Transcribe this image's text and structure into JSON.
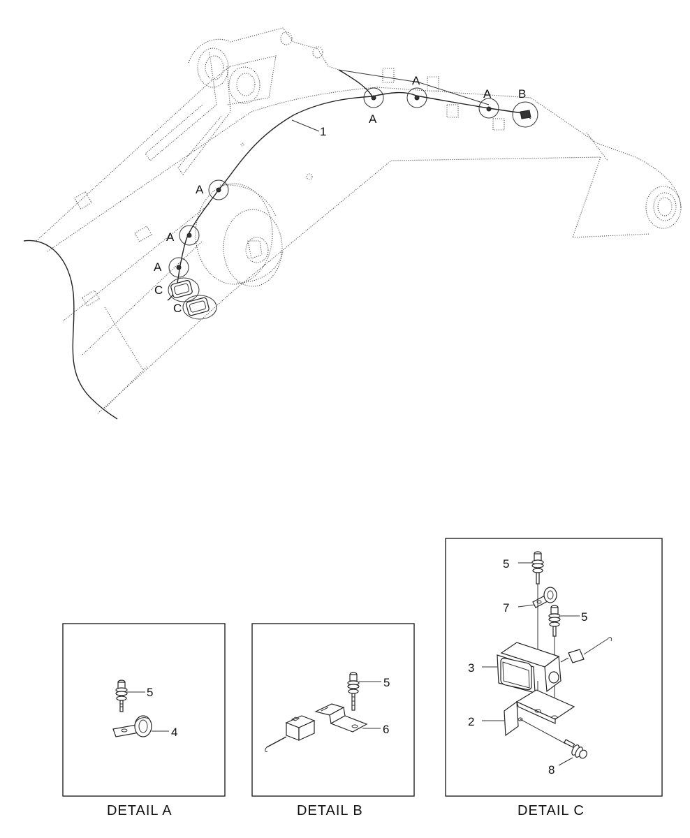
{
  "callouts": {
    "main_1": "1",
    "a1": "A",
    "a2": "A",
    "a3": "A",
    "a4": "A",
    "a5": "A",
    "a6": "A",
    "b1": "B",
    "c1": "C",
    "c2": "C",
    "da_5": "5",
    "da_4": "4",
    "db_5": "5",
    "db_6": "6",
    "dc_5a": "5",
    "dc_7": "7",
    "dc_5b": "5",
    "dc_3": "3",
    "dc_2": "2",
    "dc_8": "8"
  },
  "details": {
    "a_title": "DETAIL  A",
    "b_title": "DETAIL  B",
    "c_title": "DETAIL  C"
  },
  "icons": [
    "hose-clamp-icon",
    "bolt-washer-icon",
    "bracket-icon",
    "work-lamp-icon",
    "connector-icon"
  ]
}
